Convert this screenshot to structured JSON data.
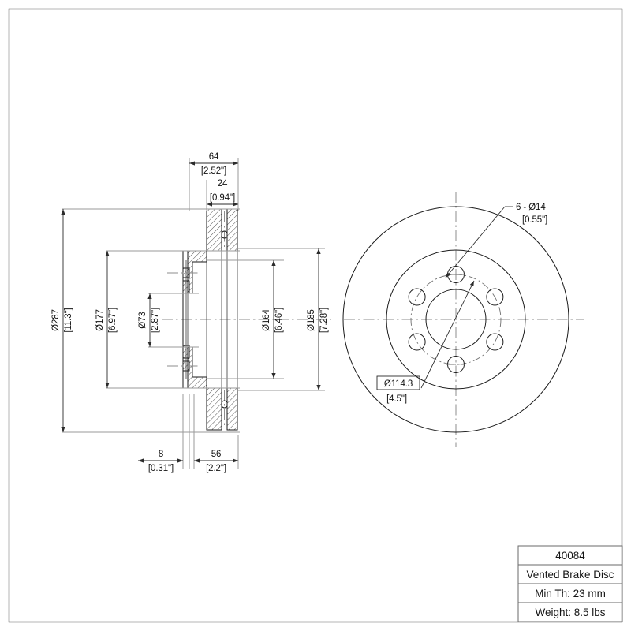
{
  "sheet": {
    "title": "Vented Brake Disc Technical Drawing",
    "background": "#ffffff",
    "line_color": "#1a1a1a",
    "center_line_color": "#8d8d8d"
  },
  "title_block": {
    "rows": [
      {
        "name": "part-number",
        "text": "40084"
      },
      {
        "name": "part-description",
        "text": "Vented Brake Disc"
      },
      {
        "name": "min-thickness",
        "text": "Min Th: 23 mm"
      },
      {
        "name": "weight",
        "text": "Weight: 8.5 lbs"
      }
    ]
  },
  "section_view": {
    "name": "cross-section-view",
    "dimensions": {
      "od": {
        "metric": "Ø287",
        "imperial": "[11.3\"]"
      },
      "hat_od": {
        "metric": "Ø177",
        "imperial": "[6.97\"]"
      },
      "bore": {
        "metric": "Ø73",
        "imperial": "[2.87\"]"
      },
      "inner_friction": {
        "metric": "Ø164",
        "imperial": "[6.46\"]"
      },
      "vent_od": {
        "metric": "Ø185",
        "imperial": "[7.28\"]"
      },
      "overall_width": {
        "metric": "64",
        "imperial": "[2.52\"]"
      },
      "disc_thickness": {
        "metric": "24",
        "imperial": "[0.94\"]"
      },
      "hat_thickness": {
        "metric": "8",
        "imperial": "[0.31\"]"
      },
      "hat_offset": {
        "metric": "56",
        "imperial": "[2.2\"]"
      }
    }
  },
  "face_view": {
    "name": "face-view",
    "bolt_holes": {
      "metric": "6 - Ø14",
      "imperial": "[0.55\"]",
      "count": 6
    },
    "bolt_circle": {
      "metric": "Ø114.3",
      "imperial": "[4.5\"]"
    }
  }
}
